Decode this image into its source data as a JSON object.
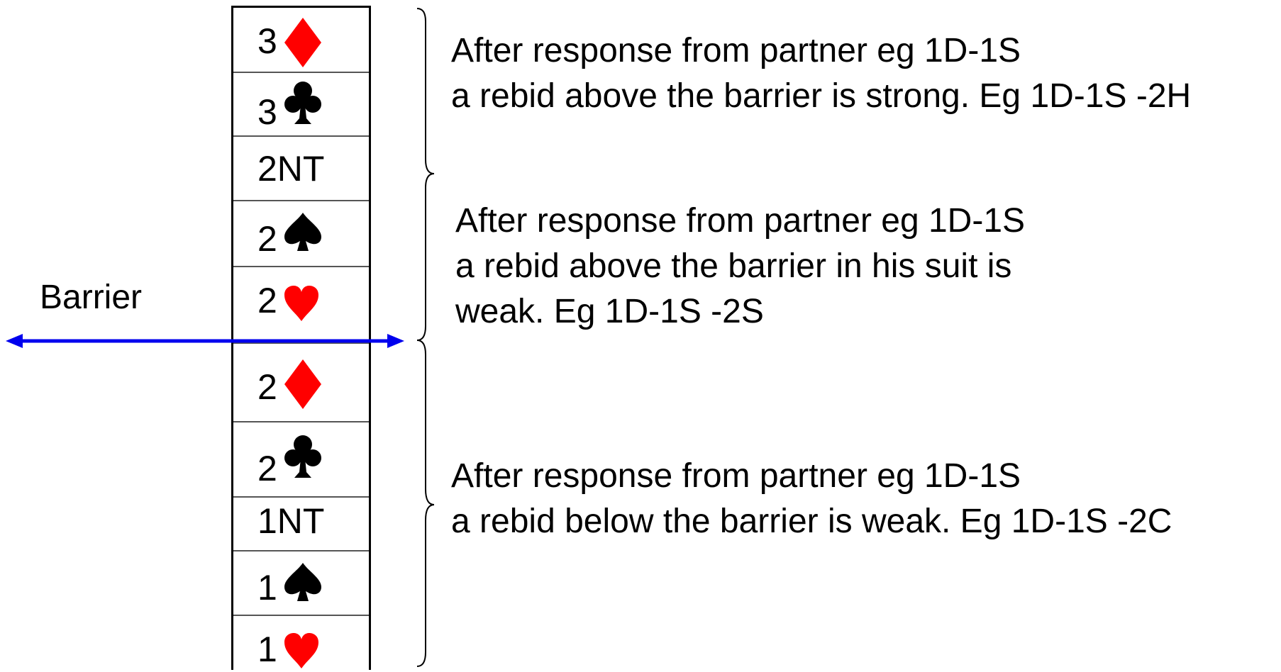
{
  "barrier_label": "Barrier",
  "bids": [
    {
      "level": "3",
      "suit": "diamond",
      "color": "#ff0000"
    },
    {
      "level": "3",
      "suit": "club",
      "color": "#000000"
    },
    {
      "label": "2NT"
    },
    {
      "level": "2",
      "suit": "spade",
      "color": "#000000"
    },
    {
      "level": "2",
      "suit": "heart",
      "color": "#ff0000"
    },
    {
      "level": "2",
      "suit": "diamond",
      "color": "#ff0000"
    },
    {
      "level": "2",
      "suit": "club",
      "color": "#000000"
    },
    {
      "label": "1NT"
    },
    {
      "level": "1",
      "suit": "spade",
      "color": "#000000"
    },
    {
      "level": "1",
      "suit": "heart",
      "color": "#ff0000"
    }
  ],
  "descriptions": {
    "strong": {
      "line1": "After response from partner eg 1D-1S",
      "line2": "a rebid above the barrier is strong. Eg 1D-1S -2H"
    },
    "weak_suit": {
      "line1": "After response from partner eg 1D-1S",
      "line2": "a rebid above the barrier in his suit is",
      "line3": "weak. Eg 1D-1S -2S"
    },
    "weak_below": {
      "line1": "After response from partner eg 1D-1S",
      "line2": "a rebid below the barrier is weak. Eg 1D-1S -2C"
    }
  },
  "colors": {
    "arrow": "#0000ee",
    "red_suit": "#ff0000",
    "black_suit": "#000000"
  }
}
